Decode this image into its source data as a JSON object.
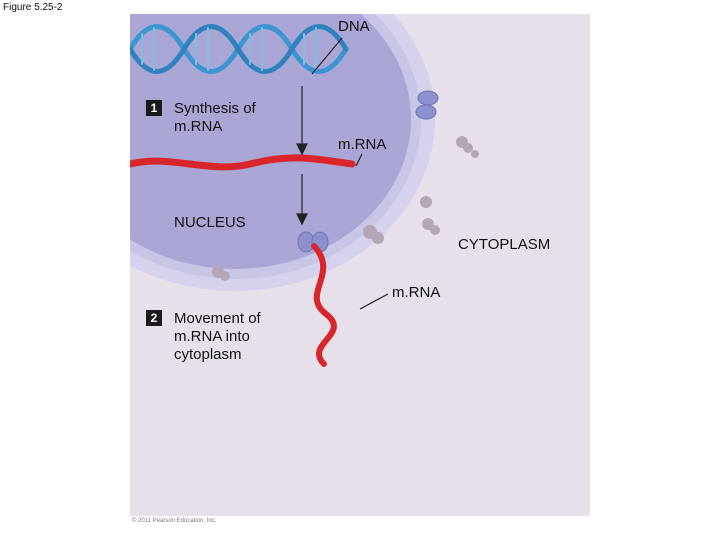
{
  "figure": {
    "label": "Figure 5.25-2"
  },
  "labels": {
    "dna": "DNA",
    "mrna_nucleus": "m.RNA",
    "mrna_cytoplasm": "m.RNA",
    "nucleus": "NUCLEUS",
    "cytoplasm": "CYTOPLASM"
  },
  "steps": [
    {
      "number": "1",
      "text_line1": "Synthesis of",
      "text_line2": "m.RNA"
    },
    {
      "number": "2",
      "text_line1": "Movement of",
      "text_line2": "m.RNA into",
      "text_line3": "cytoplasm"
    }
  ],
  "copyright": "© 2011 Pearson Education, Inc.",
  "colors": {
    "cytoplasm": "#e7e0ea",
    "nucleus": "#a9a6d6",
    "envelope": "#d4d2ec",
    "dna": "#3a95d0",
    "mrna": "#d8262b",
    "pore": "#8c90cf"
  }
}
